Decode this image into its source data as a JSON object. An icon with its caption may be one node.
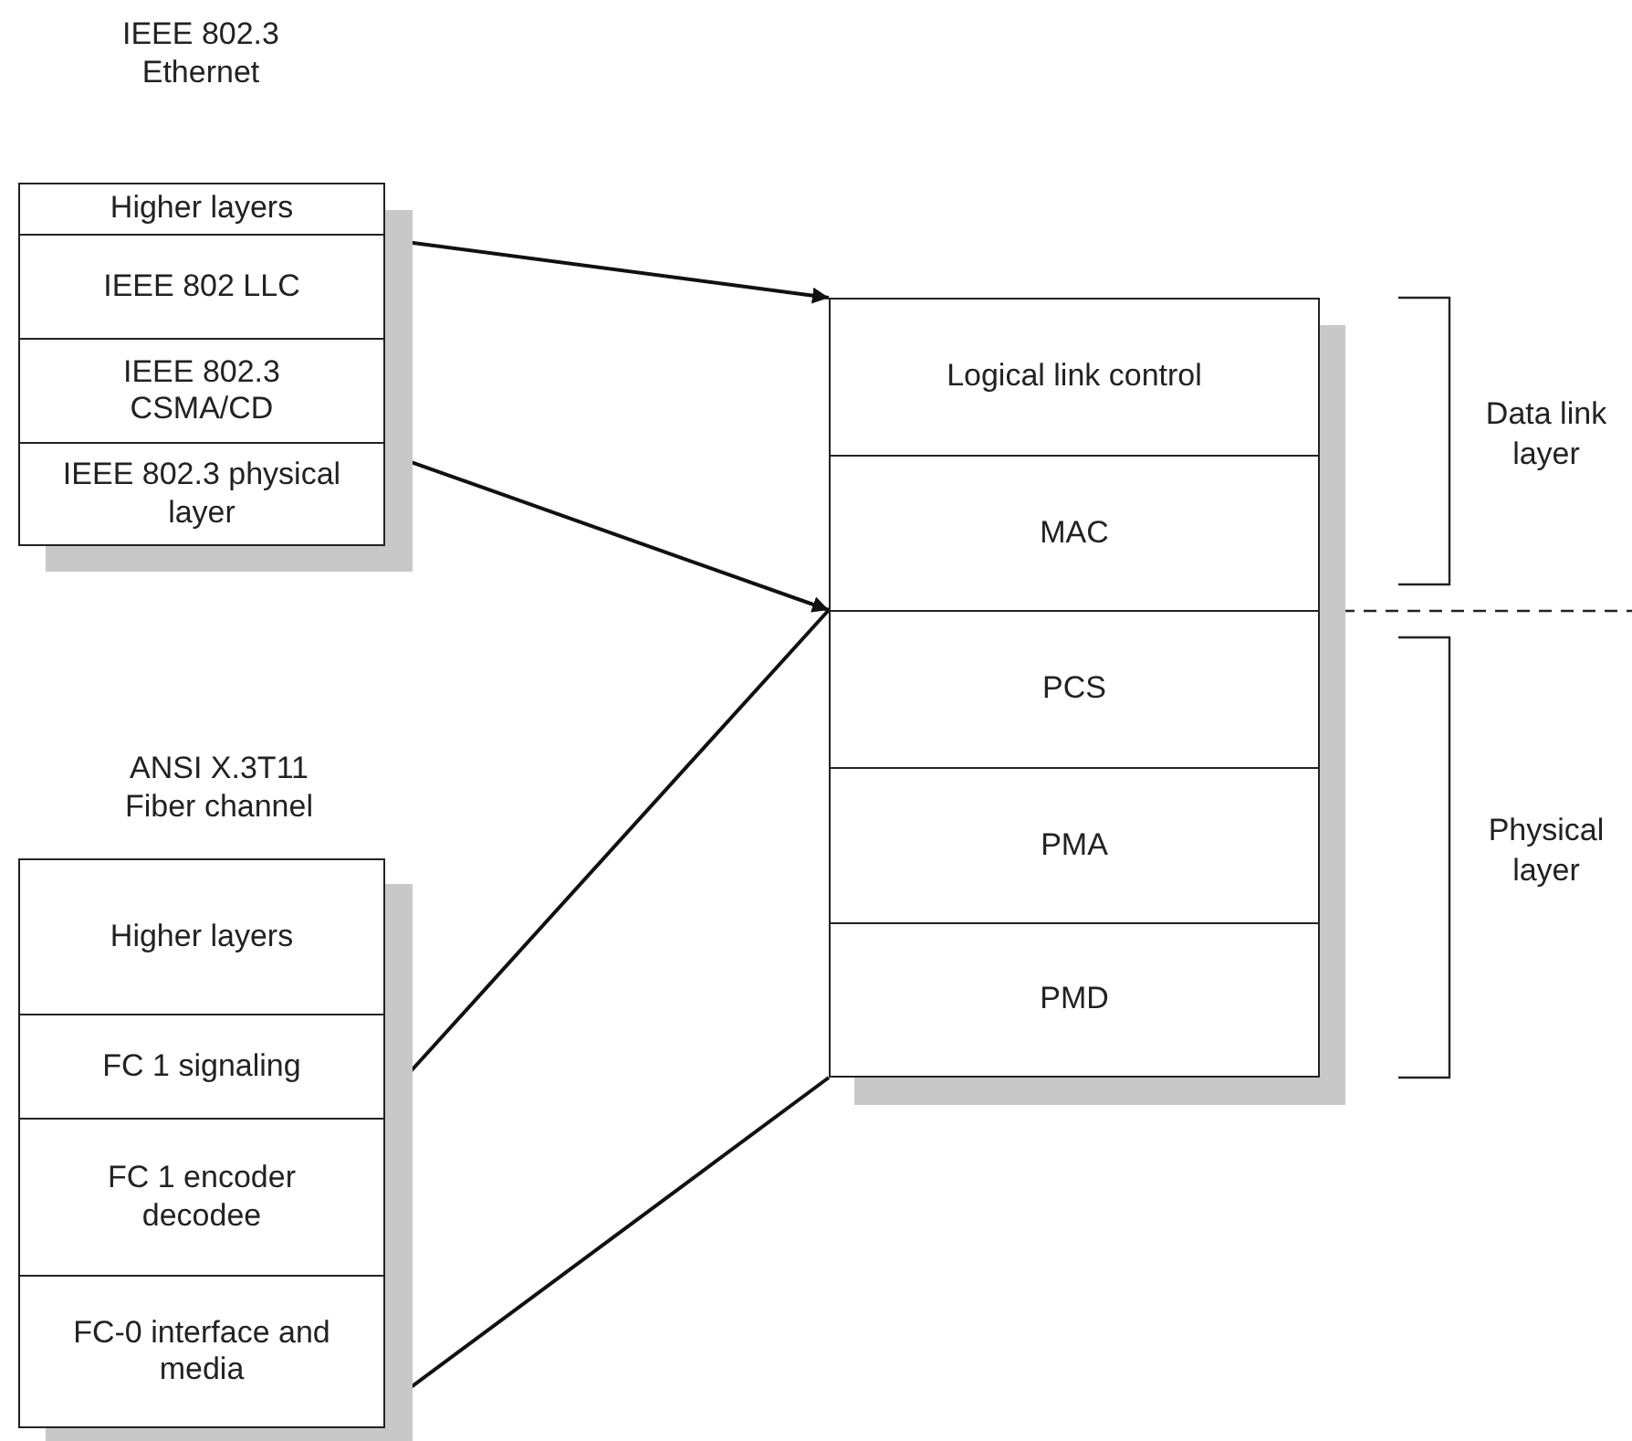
{
  "diagram": {
    "nodes": [
      {
        "text": [
          "IEEE 802.3 Ethernet"
        ]
      },
      {
        "text": [
          "Higher layers"
        ],
        "in": 0
      },
      {
        "text": [
          "IEEE 802 LLC"
        ],
        "in": 0
      },
      {
        "text": [
          "IEEE 802.3 CSMA/CD"
        ],
        "in": 0
      },
      {
        "text": [
          "IEEE 802.3 physical layer"
        ],
        "in": 0
      },
      {
        "text": [
          "Logical link control"
        ]
      },
      {
        "text": [
          "MAC"
        ]
      },
      {
        "text": [
          "PCS"
        ]
      },
      {
        "text": [
          "PMA"
        ]
      },
      {
        "text": [
          "PMD"
        ]
      },
      {
        "text": [
          "ANSI X.3T11 Fiber channel"
        ]
      },
      {
        "text": [
          "Higher layers"
        ],
        "in": 10
      },
      {
        "text": [
          "FC 1 signaling"
        ],
        "in": 10
      },
      {
        "text": [
          "FC 1 encoder decodee"
        ],
        "in": 10
      },
      {
        "text": [
          "FC-0 interface and media"
        ],
        "in": 10
      }
    ],
    "edges": [
      {
        "from": 2,
        "to": 5,
        "arrow": "to"
      },
      {
        "from": 4,
        "to": 7,
        "arrow": "to"
      },
      {
        "from": 12,
        "to": 7,
        "arrow": "none"
      },
      {
        "from": 14,
        "to": 9,
        "arrow": "none"
      }
    ],
    "labels": [
      "Data link layer",
      "Physical layer"
    ]
  }
}
